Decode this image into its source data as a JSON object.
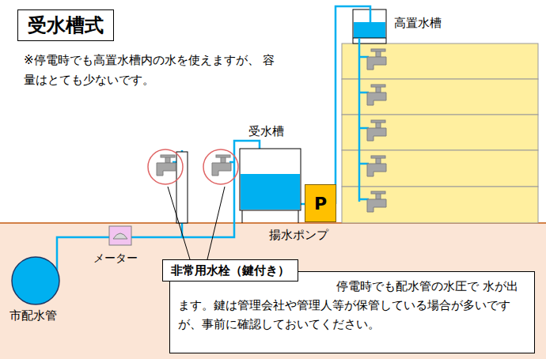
{
  "diagram": {
    "title": "受水槽式",
    "nodes": [
      {
        "text": [
          "P"
        ]
      },
      {
        "text": [
          "非常用水栓（鍵付き）",
          "停電時でも配水管の水圧で 水が出ます。鍵は管理会社や管理人等が保管している場合が多いですが、事前に確認しておいてください。"
        ]
      }
    ],
    "labels": [
      "※停電時でも高置水槽内の水を使えますが、 容量はとても少ないです。",
      "高置水槽",
      "受水槽",
      "揚水ポンプ",
      "メーター",
      "市配水管"
    ]
  }
}
